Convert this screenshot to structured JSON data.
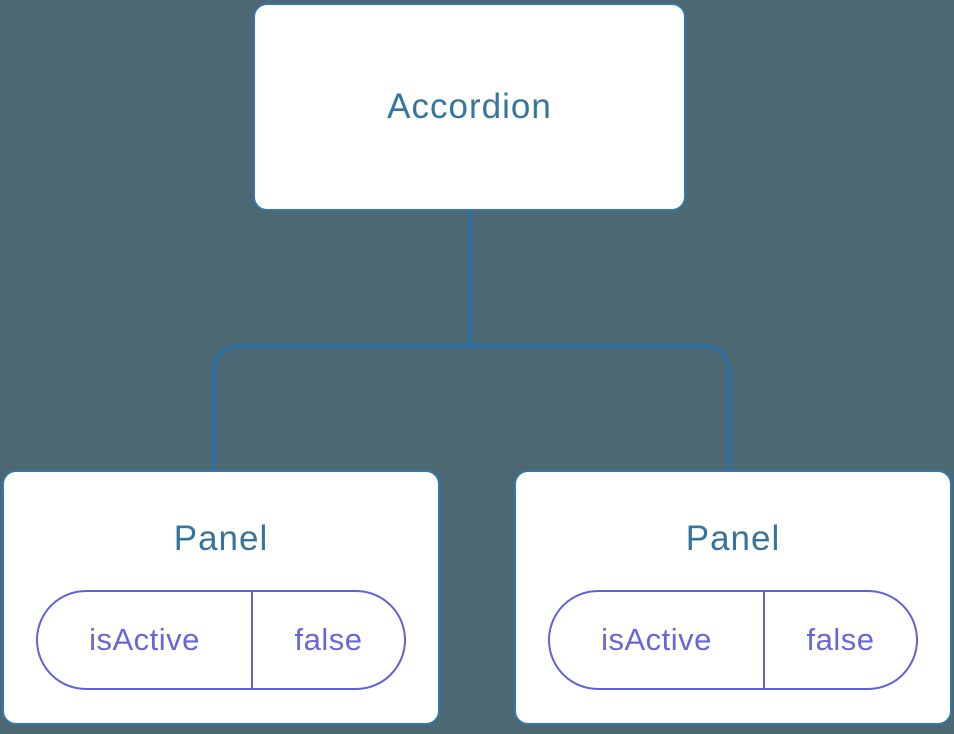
{
  "diagram": {
    "root": {
      "label": "Accordion"
    },
    "panels": [
      {
        "title": "Panel",
        "state": {
          "name": "isActive",
          "value": "false"
        }
      },
      {
        "title": "Panel",
        "state": {
          "name": "isActive",
          "value": "false"
        }
      }
    ],
    "colors": {
      "background": "#4c6872",
      "node_fill": "#ffffff",
      "node_border": "#3477a8",
      "connector_line": "#2d6f9f",
      "title_text": "#35759d",
      "state_accent": "#6060d8",
      "state_text": "#6767da"
    }
  }
}
